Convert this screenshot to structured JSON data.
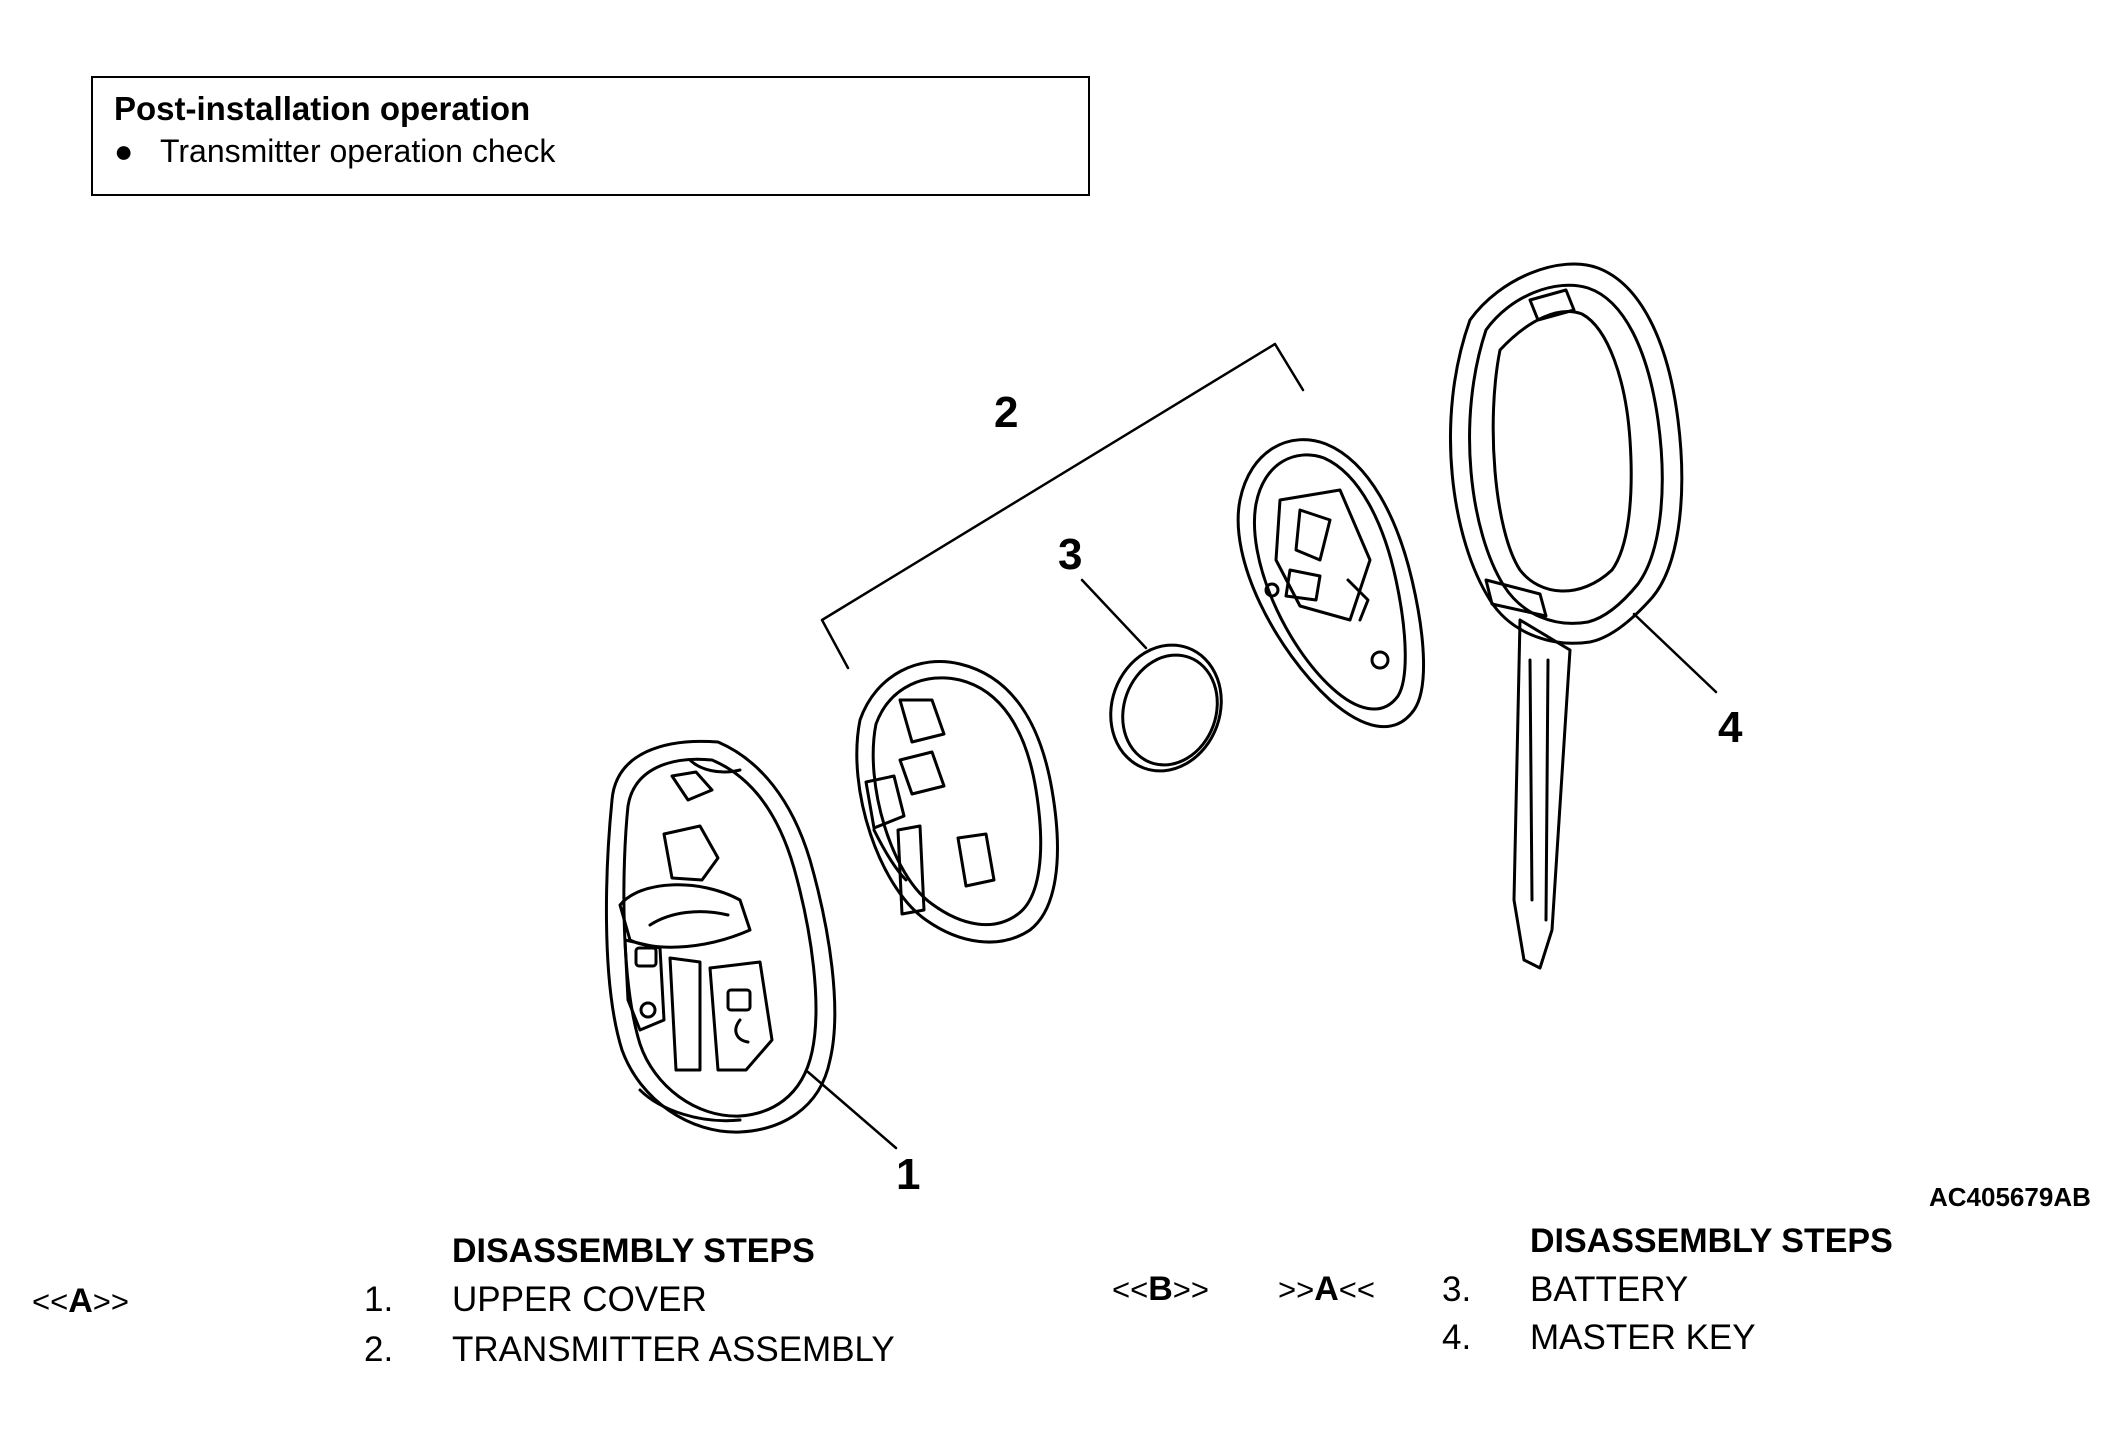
{
  "note": {
    "title": "Post-installation operation",
    "items": [
      "Transmitter operation check"
    ]
  },
  "figure": {
    "callouts": [
      {
        "id": "1",
        "label": "1",
        "part": "UPPER COVER"
      },
      {
        "id": "2",
        "label": "2",
        "part": "TRANSMITTER ASSEMBLY"
      },
      {
        "id": "3",
        "label": "3",
        "part": "BATTERY"
      },
      {
        "id": "4",
        "label": "4",
        "part": "MASTER KEY"
      }
    ],
    "figure_id": "AC405679AB"
  },
  "steps_left": {
    "heading": "DISASSEMBLY STEPS",
    "rows": [
      {
        "code_pre": "<<",
        "code_letter": "A",
        "code_post": ">>",
        "num": "1.",
        "label": "UPPER COVER"
      },
      {
        "code_pre": "",
        "code_letter": "",
        "code_post": "",
        "num": "2.",
        "label": "TRANSMITTER ASSEMBLY"
      }
    ]
  },
  "steps_right": {
    "heading": "DISASSEMBLY STEPS",
    "rows": [
      {
        "code1_pre": "<<",
        "code1_letter": "B",
        "code1_post": ">>",
        "code2_pre": ">>",
        "code2_letter": "A",
        "code2_post": "<<",
        "num": "3.",
        "label": "BATTERY"
      },
      {
        "num": "4.",
        "label": "MASTER KEY"
      }
    ]
  }
}
